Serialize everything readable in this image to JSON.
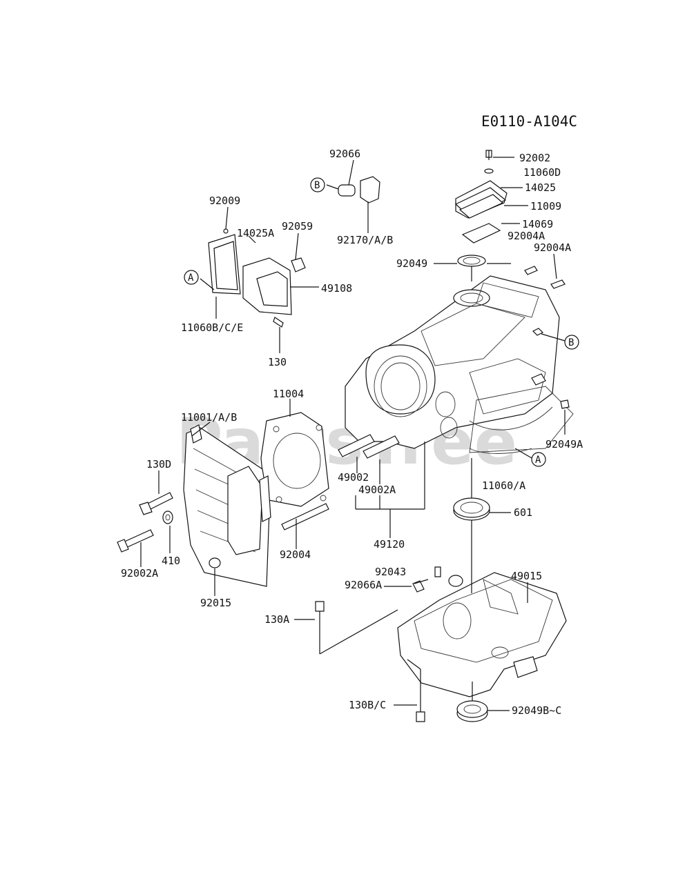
{
  "diagram_code": "E0110-A104C",
  "watermark": "PartsTree",
  "callouts": {
    "a": "A",
    "b": "B"
  },
  "parts": {
    "p92066": "92066",
    "p92170": "92170/A/B",
    "p92002": "92002",
    "p11060d": "11060D",
    "p14025": "14025",
    "p11009": "11009",
    "p14069": "14069",
    "p92004a_1": "92004A",
    "p92004a_2": "92004A",
    "p92009": "92009",
    "p14025a": "14025A",
    "p92059": "92059",
    "p49108": "49108",
    "p11060bce": "11060B/C/E",
    "p130": "130",
    "p92049": "92049",
    "p11004": "11004",
    "p11001": "11001/A/B",
    "p130d": "130D",
    "p410": "410",
    "p92002a": "92002A",
    "p92015": "92015",
    "p92004": "92004",
    "p49002": "49002",
    "p49002a": "49002A",
    "p49120": "49120",
    "p92049a": "92049A",
    "p11060a": "11060/A",
    "p601": "601",
    "p49015": "49015",
    "p92043": "92043",
    "p92066a": "92066A",
    "p130a": "130A",
    "p130bc": "130B/C",
    "p92049bc": "92049B~C"
  }
}
